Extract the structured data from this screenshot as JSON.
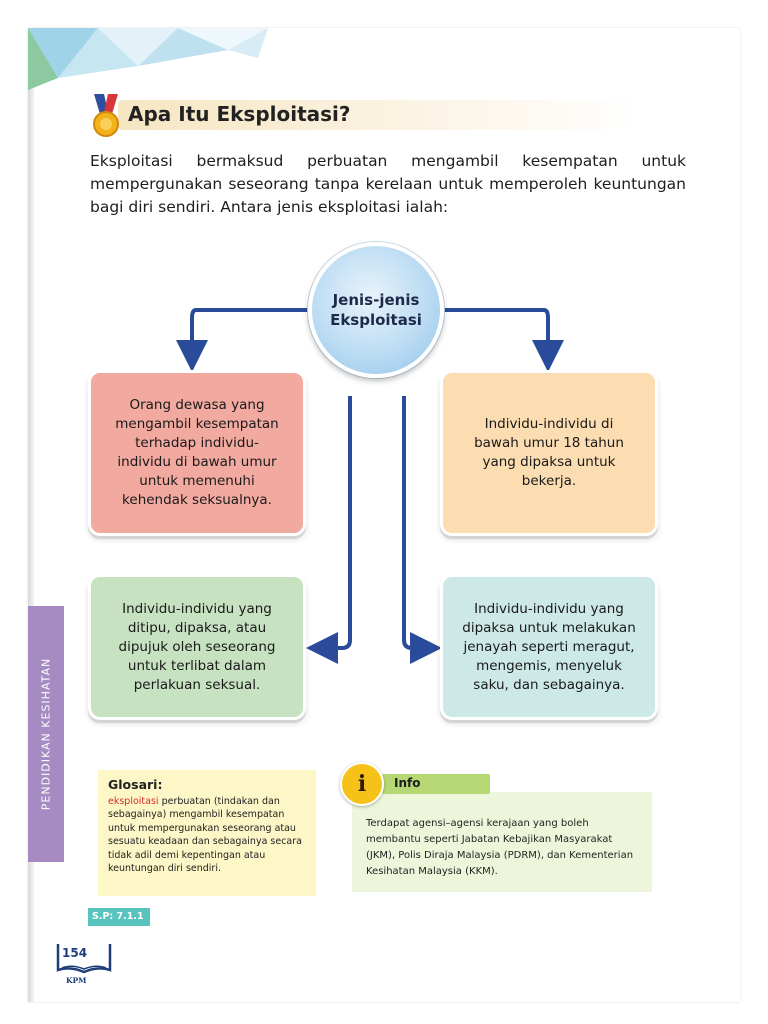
{
  "heading": {
    "title": "Apa Itu Eksploitasi?"
  },
  "intro": {
    "text": "Eksploitasi bermaksud perbuatan mengambil kesempatan untuk mempergunakan seseorang tanpa kerelaan untuk memperoleh keuntungan bagi diri sendiri. Antara jenis eksploitasi ialah:"
  },
  "diagram": {
    "center": "Jenis-jenis Eksploitasi",
    "boxes": [
      "Orang dewasa yang mengambil kesempatan terhadap individu-individu di bawah umur untuk memenuhi kehendak seksualnya.",
      "Individu-individu di bawah umur 18 tahun yang dipaksa untuk bekerja.",
      "Individu-individu yang ditipu, dipaksa, atau dipujuk oleh seseorang untuk terlibat dalam perlakuan seksual.",
      "Individu-individu yang dipaksa untuk melakukan jenayah seperti meragut, mengemis, menyeluk saku, dan sebagainya."
    ],
    "colors": {
      "red": "#f2a9a0",
      "orange": "#fcdcb1",
      "green": "#c7e2c1",
      "teal": "#cde9e7",
      "arrow": "#2a4a9a"
    }
  },
  "side_tab": {
    "label": "PENDIDIKAN KESIHATAN",
    "color": "#a58bc2"
  },
  "glosari": {
    "title": "Glosari:",
    "term": "eksploitasi",
    "definition": " perbuatan (tindakan dan sebagainya) mengambil kesempatan untuk mempergunakan seseorang atau sesuatu keadaan dan sebagainya secara tidak adil demi kepentingan atau keuntungan diri sendiri."
  },
  "info": {
    "icon_letter": "i",
    "title": "Info",
    "text": "Terdapat agensi–agensi kerajaan yang boleh membantu seperti Jabatan Kebajikan Masyarakat (JKM), Polis Diraja Malaysia (PDRM), dan Kementerian Kesihatan Malaysia (KKM)."
  },
  "footer": {
    "sp_label": "S.P: 7.1.1",
    "page_number": "154",
    "publisher": "KPM"
  }
}
